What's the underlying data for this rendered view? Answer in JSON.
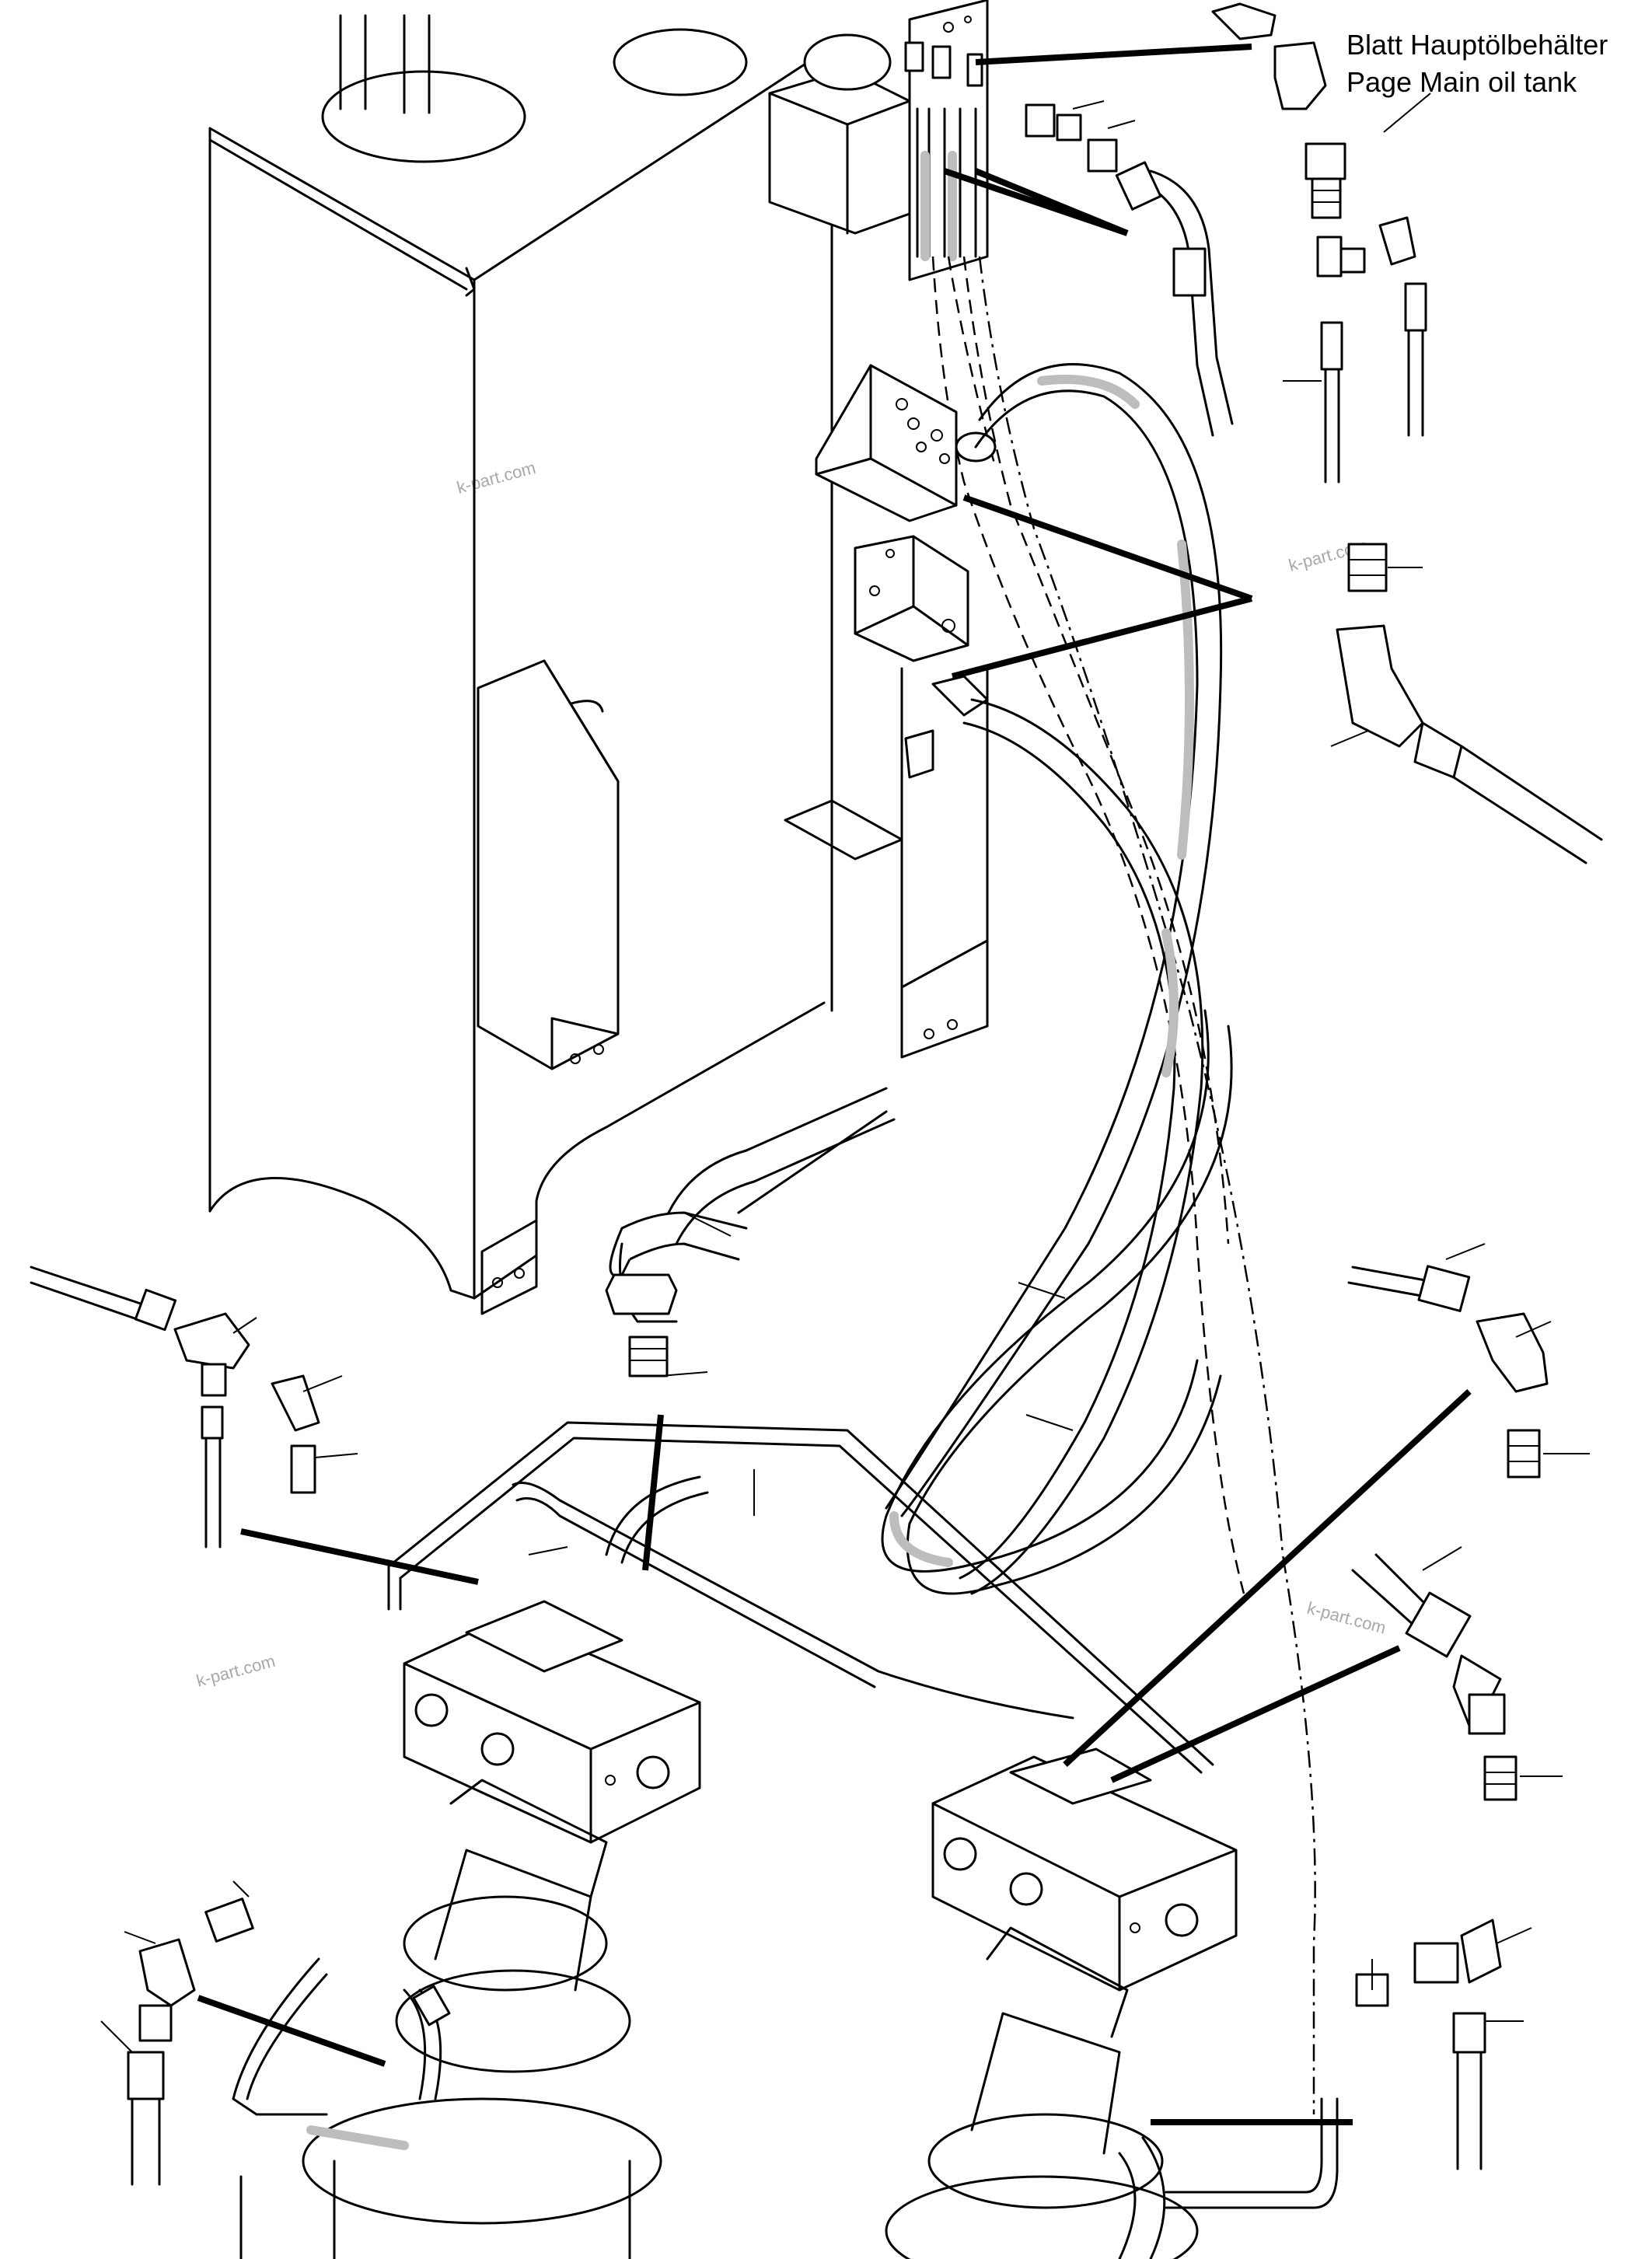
{
  "labels": {
    "line_de": "Blatt Hauptölbehälter",
    "line_en": "Page Main oil tank"
  },
  "watermarks": [
    "k-part.com",
    "k-part.com",
    "k-part.com",
    "k-part.com"
  ]
}
